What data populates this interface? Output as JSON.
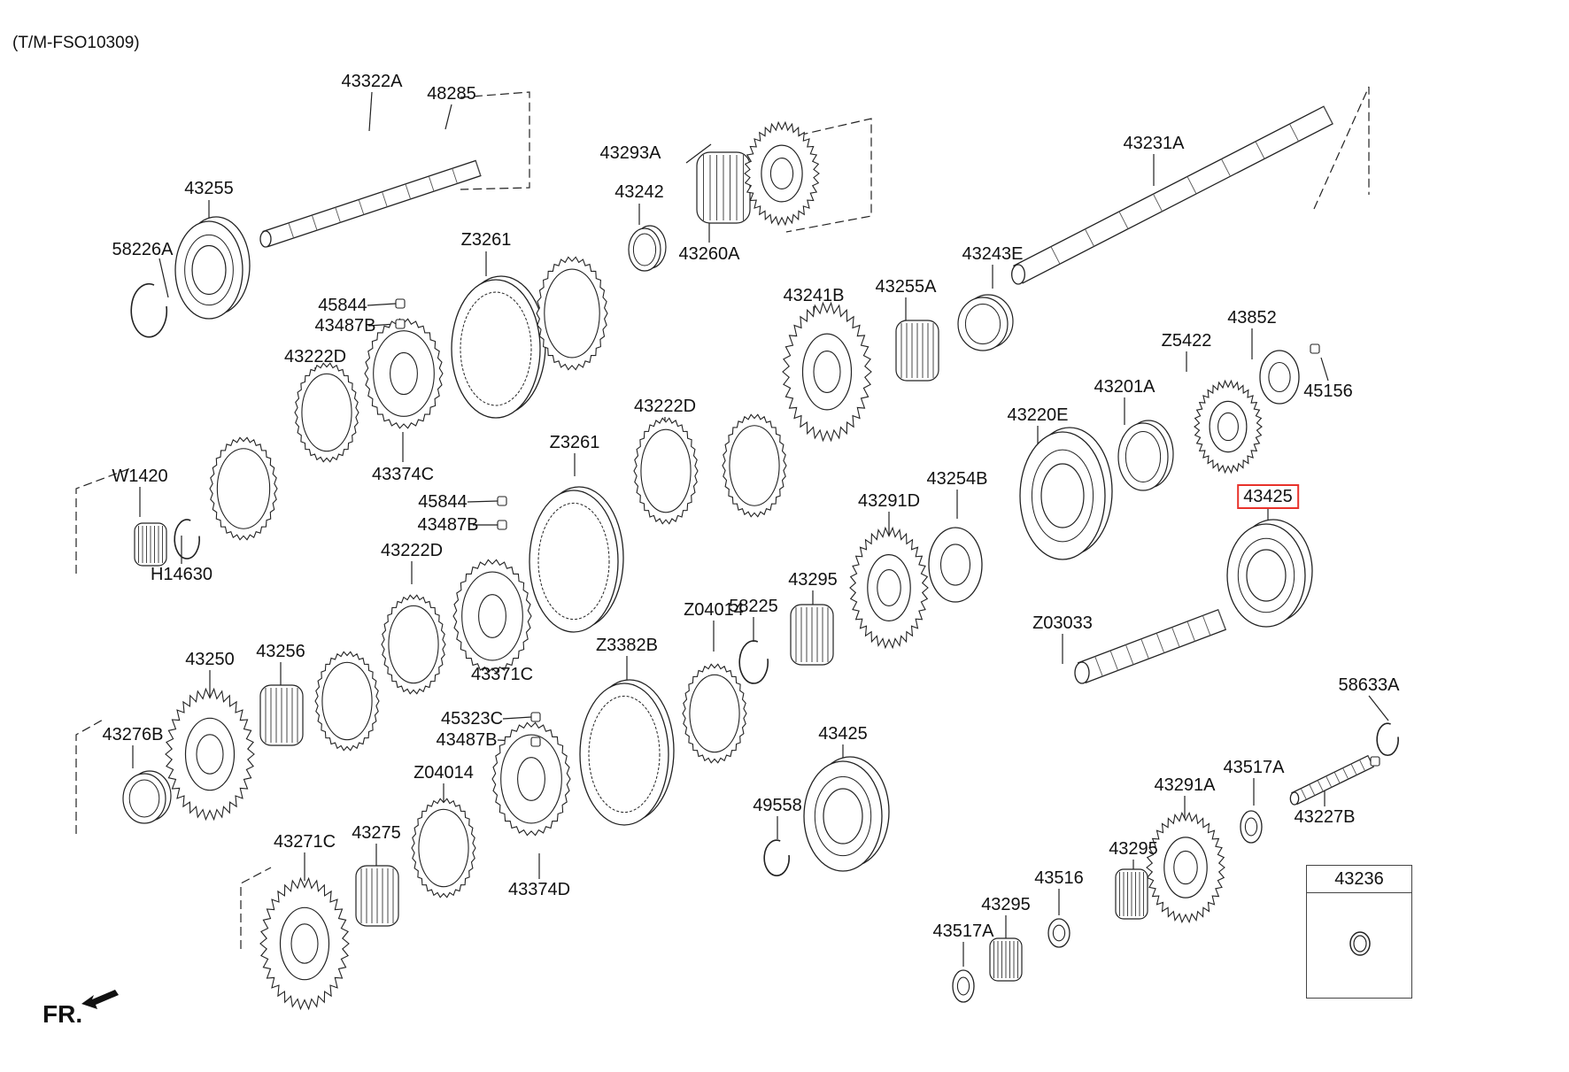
{
  "header": "(T/M-FSO10309)",
  "orientation_label": "FR.",
  "highlight_color": "#e8322b",
  "inset_label": "43236",
  "labels": [
    {
      "text": "43322A"
    },
    {
      "text": "48285"
    },
    {
      "text": "43255"
    },
    {
      "text": "58226A"
    },
    {
      "text": "43293A"
    },
    {
      "text": "43242"
    },
    {
      "text": "43260A"
    },
    {
      "text": "43231A"
    },
    {
      "text": "Z3261"
    },
    {
      "text": "45844"
    },
    {
      "text": "43487B"
    },
    {
      "text": "43222D"
    },
    {
      "text": "43374C"
    },
    {
      "text": "43241B"
    },
    {
      "text": "43255A"
    },
    {
      "text": "43243E"
    },
    {
      "text": "Z5422"
    },
    {
      "text": "43852"
    },
    {
      "text": "45156"
    },
    {
      "text": "43201A"
    },
    {
      "text": "43220E"
    },
    {
      "text": "43222D"
    },
    {
      "text": "Z3261"
    },
    {
      "text": "W1420"
    },
    {
      "text": "H14630"
    },
    {
      "text": "45844"
    },
    {
      "text": "43487B"
    },
    {
      "text": "43222D"
    },
    {
      "text": "43371C"
    },
    {
      "text": "43254B"
    },
    {
      "text": "43291D"
    },
    {
      "text": "43425",
      "highlight": true
    },
    {
      "text": "43295"
    },
    {
      "text": "58225"
    },
    {
      "text": "Z04014"
    },
    {
      "text": "Z3382B"
    },
    {
      "text": "Z03033"
    },
    {
      "text": "43250"
    },
    {
      "text": "43256"
    },
    {
      "text": "43276B"
    },
    {
      "text": "45323C"
    },
    {
      "text": "43487B"
    },
    {
      "text": "Z04014"
    },
    {
      "text": "43374D"
    },
    {
      "text": "43425"
    },
    {
      "text": "49558"
    },
    {
      "text": "58633A"
    },
    {
      "text": "43517A"
    },
    {
      "text": "43291A"
    },
    {
      "text": "43227B"
    },
    {
      "text": "43271C"
    },
    {
      "text": "43275"
    },
    {
      "text": "43295"
    },
    {
      "text": "43516"
    },
    {
      "text": "43295"
    },
    {
      "text": "43517A"
    }
  ]
}
